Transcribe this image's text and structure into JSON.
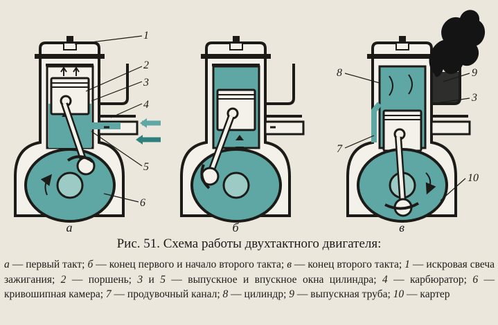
{
  "figure": {
    "title": "Рис. 51. Схема работы двухтактного двигателя:",
    "panels": [
      {
        "label": "а"
      },
      {
        "label": "б"
      },
      {
        "label": "в"
      }
    ],
    "callouts": [
      "1",
      "2",
      "3",
      "4",
      "5",
      "6",
      "8",
      "9",
      "3",
      "7",
      "10"
    ],
    "caption_parts": [
      {
        "t": "а",
        "i": true
      },
      {
        "t": " — первый такт; ",
        "i": false
      },
      {
        "t": "б",
        "i": true
      },
      {
        "t": " — конец первого и начало второго такта; ",
        "i": false
      },
      {
        "t": "в",
        "i": true
      },
      {
        "t": " — конец второго такта; ",
        "i": false
      },
      {
        "t": "1",
        "i": true
      },
      {
        "t": " — искровая свеча зажигания; ",
        "i": false
      },
      {
        "t": "2",
        "i": true
      },
      {
        "t": " — поршень; ",
        "i": false
      },
      {
        "t": "3",
        "i": true
      },
      {
        "t": " и ",
        "i": false
      },
      {
        "t": "5",
        "i": true
      },
      {
        "t": " — выпускное и впускное окна цилиндра; ",
        "i": false
      },
      {
        "t": "4",
        "i": true
      },
      {
        "t": " — карбюратор; ",
        "i": false
      },
      {
        "t": "6",
        "i": true
      },
      {
        "t": " — кривошипная камера; ",
        "i": false
      },
      {
        "t": "7",
        "i": true
      },
      {
        "t": " — продувочный канал; ",
        "i": false
      },
      {
        "t": "8",
        "i": true
      },
      {
        "t": " — цилиндр; ",
        "i": false
      },
      {
        "t": "9",
        "i": true
      },
      {
        "t": " — выпускная труба; ",
        "i": false
      },
      {
        "t": "10",
        "i": true
      },
      {
        "t": " — картер",
        "i": false
      }
    ]
  },
  "colors": {
    "fluid": "#5fa7a4",
    "fluid_light": "#9ccbc6",
    "metal": "#1d1b18",
    "paper": "#ebe7dc",
    "smoke": "#141414"
  }
}
